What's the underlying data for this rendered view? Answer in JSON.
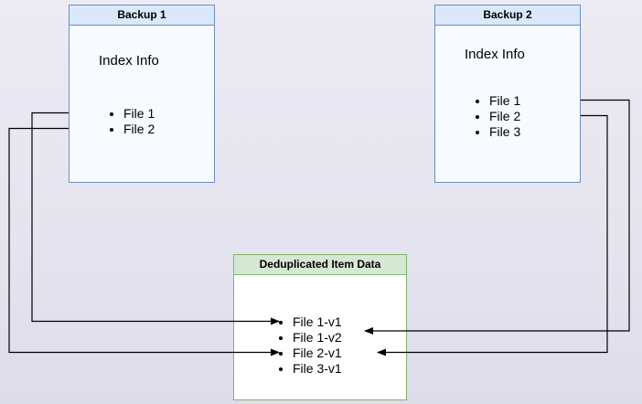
{
  "diagram": {
    "backup1": {
      "title": "Backup 1",
      "section_label": "Index Info",
      "items": [
        "File 1",
        "File 2"
      ]
    },
    "backup2": {
      "title": "Backup 2",
      "section_label": "Index Info",
      "items": [
        "File 1",
        "File 2",
        "File 3"
      ]
    },
    "dedup": {
      "title": "Deduplicated Item Data",
      "items": [
        "File 1-v1",
        "File 1-v2",
        "File 2-v1",
        "File 3-v1"
      ]
    }
  },
  "colors": {
    "page_bg": "#e9e9f2",
    "backup_header_fill": "#dae8fc",
    "backup_border": "#6c8ebf",
    "backup_body_fill": "#f7faff",
    "dedup_header_fill": "#d5e8d4",
    "dedup_border": "#82b366",
    "dedup_body_fill": "#ffffff",
    "arrow_color": "#000000"
  }
}
